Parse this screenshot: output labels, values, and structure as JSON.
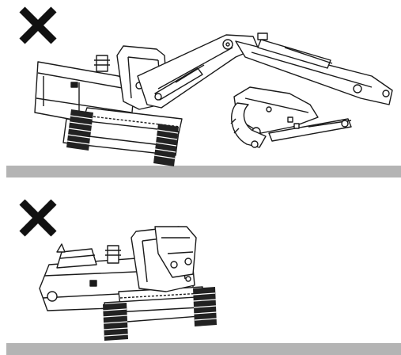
{
  "panels": [
    {
      "mark": "prohibited",
      "subject": "excavator-boom-extended-tipping"
    },
    {
      "mark": "prohibited",
      "subject": "excavator-boom-raised-tipping"
    }
  ],
  "colors": {
    "line": "#1a1a1a",
    "ground": "#b4b4b4",
    "mark": "#111111",
    "track": "#222222"
  },
  "icons": {
    "prohibited": "cross-mark-icon",
    "machine": "excavator-icon"
  }
}
